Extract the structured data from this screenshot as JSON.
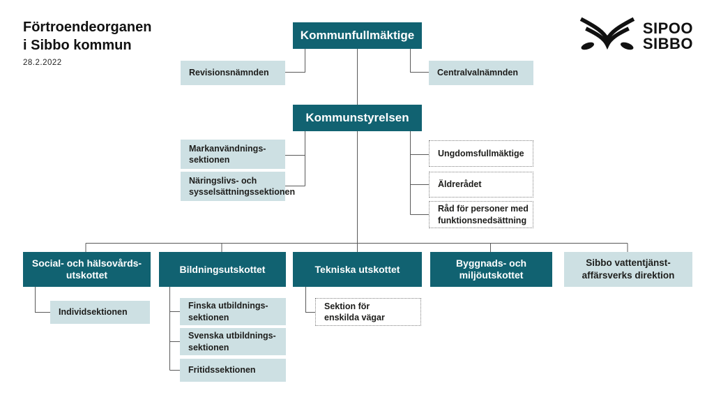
{
  "header": {
    "title": "Förtroendeorganen\ni Sibbo kommun",
    "date": "28.2.2022"
  },
  "logo": {
    "name": "SIPOO\nSIBBO",
    "icon": "sipoo-bird-logo"
  },
  "colors": {
    "dark_teal": "#116271",
    "light_teal": "#cde0e3",
    "connector_gray": "#595959",
    "text_dark": "#1d1d1b"
  },
  "nodes": {
    "kommunfullmaktige": {
      "label": "Kommunfullmäktige"
    },
    "revisionsnamnden": {
      "label": "Revisionsnämnden"
    },
    "centralvalnamnden": {
      "label": "Centralvalnämnden"
    },
    "kommunstyrelsen": {
      "label": "Kommunstyrelsen"
    },
    "markanvandningssektionen": {
      "label": "Markanvändnings-\nsektionen"
    },
    "naringslivssektionen": {
      "label": "Näringslivs- och\nsysselsättningssektionen"
    },
    "ungdomsfullmaktige": {
      "label": "Ungdomsfullmäktige"
    },
    "aldreradet": {
      "label": "Äldrerådet"
    },
    "rad_funktionsnedsattning": {
      "label": "Råd för personer med\nfunktionsnedsättning"
    },
    "social_halsovardsutskottet": {
      "label": "Social- och hälsovårds-\nutskottet"
    },
    "bildningsutskottet": {
      "label": "Bildningsutskottet"
    },
    "tekniska_utskottet": {
      "label": "Tekniska utskottet"
    },
    "byggnads_miljoutskottet": {
      "label": "Byggnads- och\nmiljöutskottet"
    },
    "sibbo_vattentjanst_direktion": {
      "label": "Sibbo vattentjänst-\naffärsverks direktion"
    },
    "individsektionen": {
      "label": "Individsektionen"
    },
    "finska_utbildningssektionen": {
      "label": "Finska utbildnings-\nsektionen"
    },
    "svenska_utbildningssektionen": {
      "label": "Svenska utbildnings-\nsektionen"
    },
    "fritidssektionen": {
      "label": "Fritidssektionen"
    },
    "sektion_enskilda_vagar": {
      "label": "Sektion för\nenskilda vägar"
    }
  }
}
